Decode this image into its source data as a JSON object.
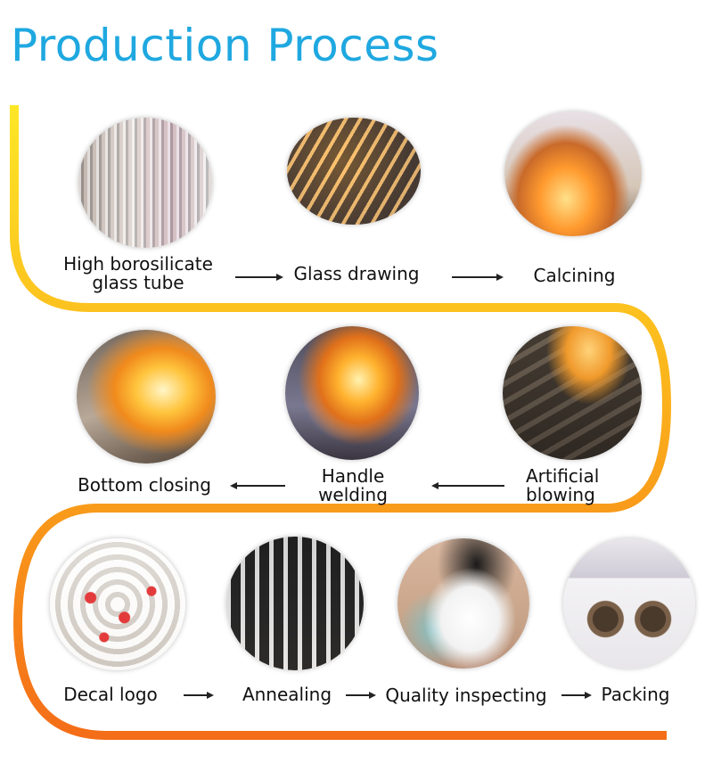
{
  "title": "Production Process",
  "colors": {
    "title": "#1fa8e0",
    "flow_start": "#fde726",
    "flow_end": "#f46d18"
  },
  "steps": [
    {
      "label_lines": [
        "High borosilicate",
        "glass tube"
      ],
      "icon": "glass-tubes-photo"
    },
    {
      "label_lines": [
        "Glass drawing"
      ],
      "icon": "glass-drawing-photo"
    },
    {
      "label_lines": [
        "Calcining"
      ],
      "icon": "calcining-flame-photo"
    },
    {
      "label_lines": [
        "Artificial",
        "blowing"
      ],
      "icon": "glass-blowing-photo"
    },
    {
      "label_lines": [
        "Handle",
        "welding"
      ],
      "icon": "handle-welding-photo"
    },
    {
      "label_lines": [
        "Bottom closing"
      ],
      "icon": "bottom-closing-photo"
    },
    {
      "label_lines": [
        "Decal logo"
      ],
      "icon": "decal-cups-photo"
    },
    {
      "label_lines": [
        "Annealing"
      ],
      "icon": "annealing-rack-photo"
    },
    {
      "label_lines": [
        "Quality inspecting"
      ],
      "icon": "inspection-hands-photo"
    },
    {
      "label_lines": [
        "Packing"
      ],
      "icon": "gift-box-photo"
    }
  ]
}
